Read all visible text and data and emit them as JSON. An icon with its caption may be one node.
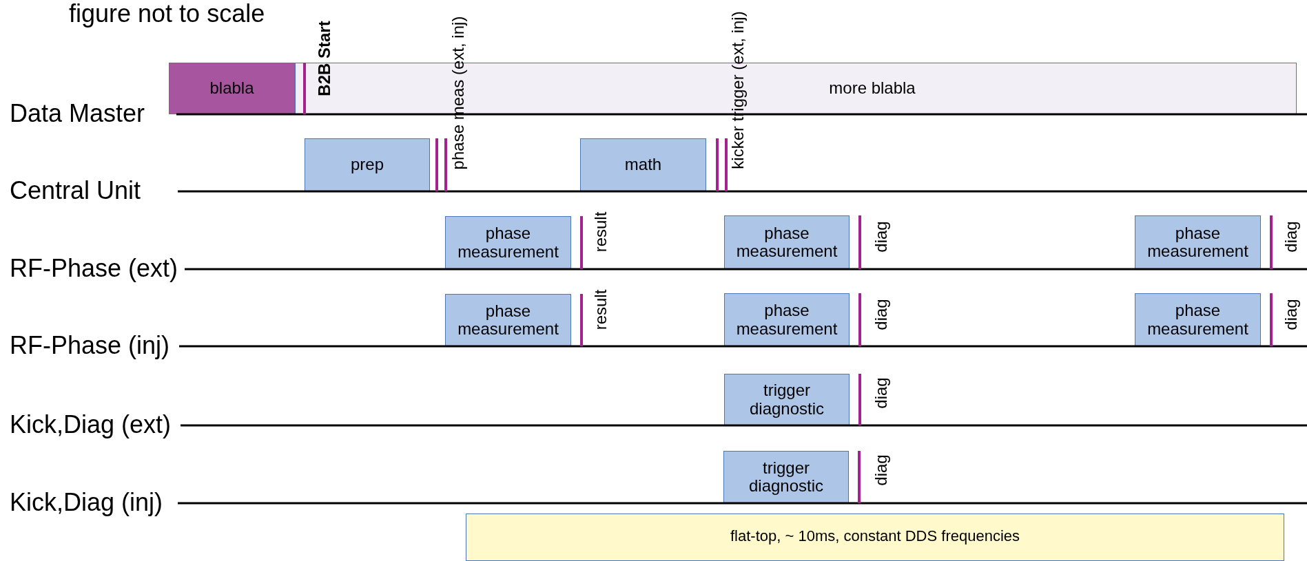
{
  "diagram": {
    "title": "figure not to scale",
    "nodes": [
      {
        "text": [
          "blabla"
        ]
      },
      {
        "text": [
          "more blabla"
        ]
      },
      {
        "text": [
          "prep"
        ]
      },
      {
        "text": [
          "math"
        ]
      },
      {
        "text": [
          "phase measurement"
        ]
      },
      {
        "text": [
          "phase measurement"
        ]
      },
      {
        "text": [
          "phase measurement"
        ]
      },
      {
        "text": [
          "phase measurement"
        ]
      },
      {
        "text": [
          "phase measurement"
        ]
      },
      {
        "text": [
          "phase measurement"
        ]
      },
      {
        "text": [
          "trigger diagnostic"
        ]
      },
      {
        "text": [
          "trigger diagnostic"
        ]
      },
      {
        "text": [
          "flat-top, ~ 10ms, constant DDS frequencies"
        ]
      }
    ],
    "labels": [
      "B2B Start",
      "phase meas (ext, inj)",
      "kicker trigger (ext, inj)",
      "Data Master",
      "Central Unit",
      "result",
      "diag",
      "diag",
      "RF-Phase (ext)",
      "result",
      "diag",
      "diag",
      "RF-Phase (inj)",
      "diag",
      "Kick,Diag (ext)",
      "diag",
      "Kick,Diag (inj)"
    ]
  }
}
